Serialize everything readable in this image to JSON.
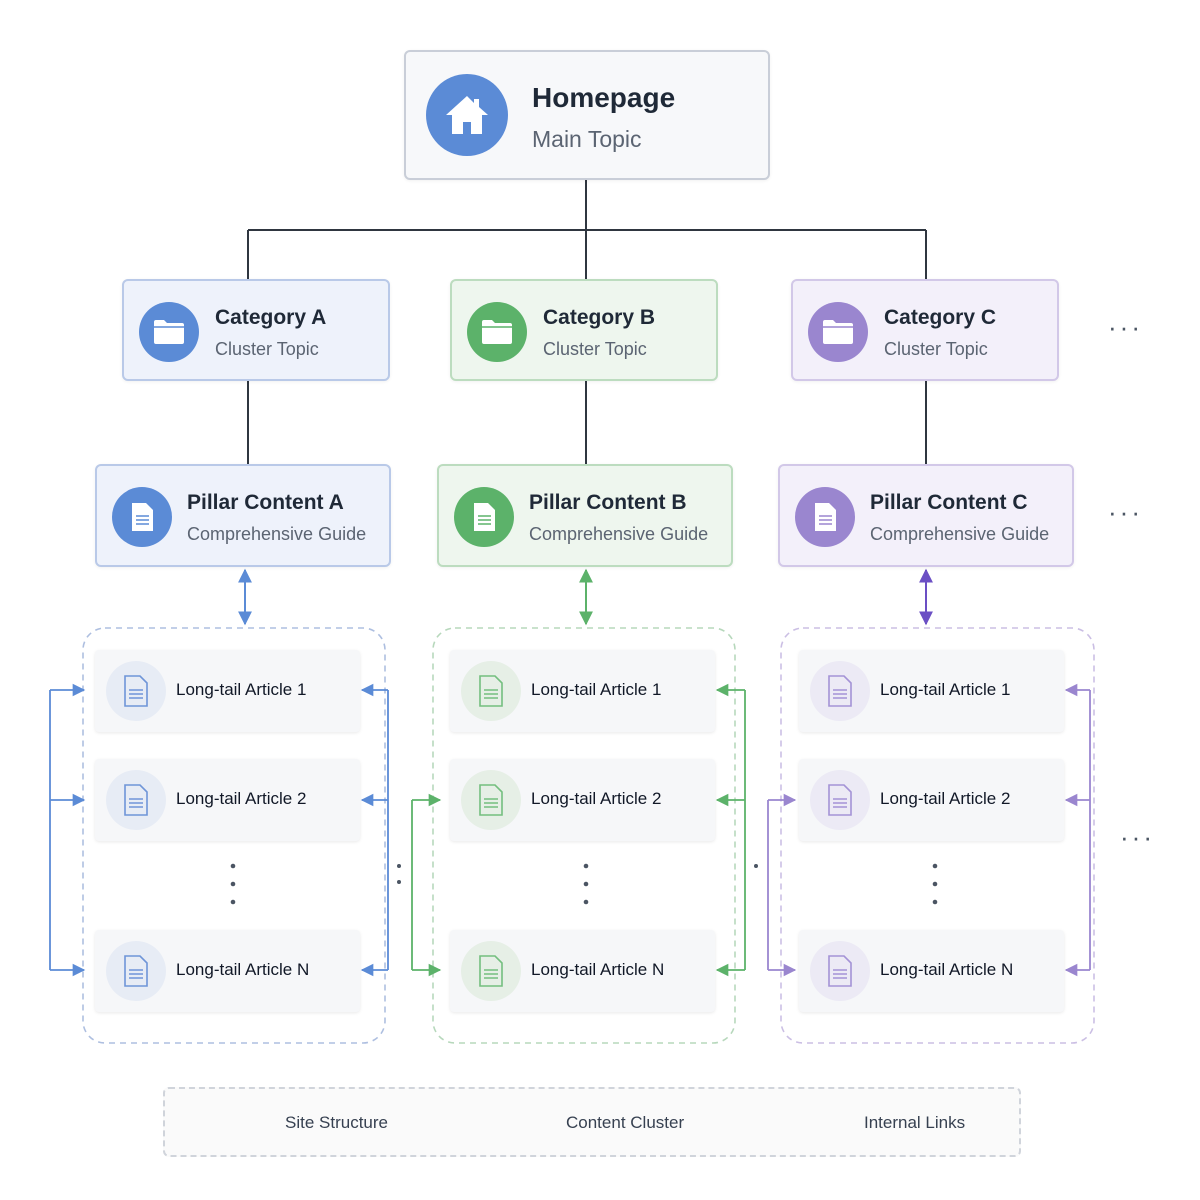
{
  "homepage": {
    "title": "Homepage",
    "subtitle": "Main Topic"
  },
  "columns": [
    {
      "id": "a",
      "color": "#5b8bd6",
      "category": {
        "title": "Category A",
        "subtitle": "Cluster Topic"
      },
      "pillar": {
        "title": "Pillar Content A",
        "subtitle": "Comprehensive Guide"
      },
      "articles": [
        "Long-tail Article 1",
        "Long-tail Article 2",
        "Long-tail Article N"
      ]
    },
    {
      "id": "b",
      "color": "#5cb26a",
      "category": {
        "title": "Category B",
        "subtitle": "Cluster Topic"
      },
      "pillar": {
        "title": "Pillar Content B",
        "subtitle": "Comprehensive Guide"
      },
      "articles": [
        "Long-tail Article 1",
        "Long-tail Article 2",
        "Long-tail Article N"
      ]
    },
    {
      "id": "c",
      "color": "#9a86cf",
      "category": {
        "title": "Category C",
        "subtitle": "Cluster Topic"
      },
      "pillar": {
        "title": "Pillar Content C",
        "subtitle": "Comprehensive Guide"
      },
      "articles": [
        "Long-tail Article 1",
        "Long-tail Article 2",
        "Long-tail Article N"
      ]
    }
  ],
  "legend": {
    "site_structure": "Site Structure",
    "content_cluster": "Content Cluster",
    "internal_links": "Internal Links"
  },
  "icons": {
    "homepage": "house-icon",
    "category": "folder-icon",
    "pillar": "document-icon",
    "article": "document-icon"
  }
}
